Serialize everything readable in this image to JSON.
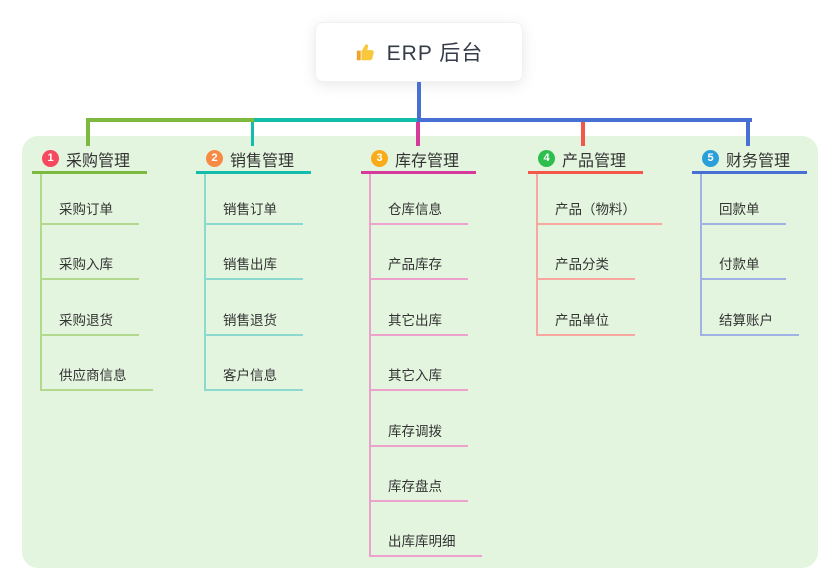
{
  "root": {
    "label": "ERP 后台",
    "icon": "thumbs-up-icon"
  },
  "colors": {
    "page_background": "#ffffff",
    "panel_background": "#e4f5df",
    "root_card_background": "#ffffff",
    "text": "#333333"
  },
  "branches": [
    {
      "index": "1",
      "label": "采购管理",
      "badge_color": "#f5495e",
      "line_color": "#7cb93e",
      "light_line_color": "#b3d98f",
      "children": [
        "采购订单",
        "采购入库",
        "采购退货",
        "供应商信息"
      ]
    },
    {
      "index": "2",
      "label": "销售管理",
      "badge_color": "#f78a45",
      "line_color": "#13bcab",
      "light_line_color": "#8bd9cf",
      "children": [
        "销售订单",
        "销售出库",
        "销售退货",
        "客户信息"
      ]
    },
    {
      "index": "3",
      "label": "库存管理",
      "badge_color": "#f9ac18",
      "line_color": "#d63a9b",
      "light_line_color": "#eda2ce",
      "children": [
        "仓库信息",
        "产品库存",
        "其它出库",
        "其它入库",
        "库存调拨",
        "库存盘点",
        "出库库明细"
      ]
    },
    {
      "index": "4",
      "label": "产品管理",
      "badge_color": "#2dbe4e",
      "line_color": "#f5564a",
      "light_line_color": "#f9a8a1",
      "children": [
        "产品（物料）",
        "产品分类",
        "产品单位"
      ]
    },
    {
      "index": "5",
      "label": "财务管理",
      "badge_color": "#2b9fd8",
      "line_color": "#4a6fd4",
      "light_line_color": "#9fb2e6",
      "children": [
        "回款单",
        "付款单",
        "结算账户"
      ]
    }
  ]
}
